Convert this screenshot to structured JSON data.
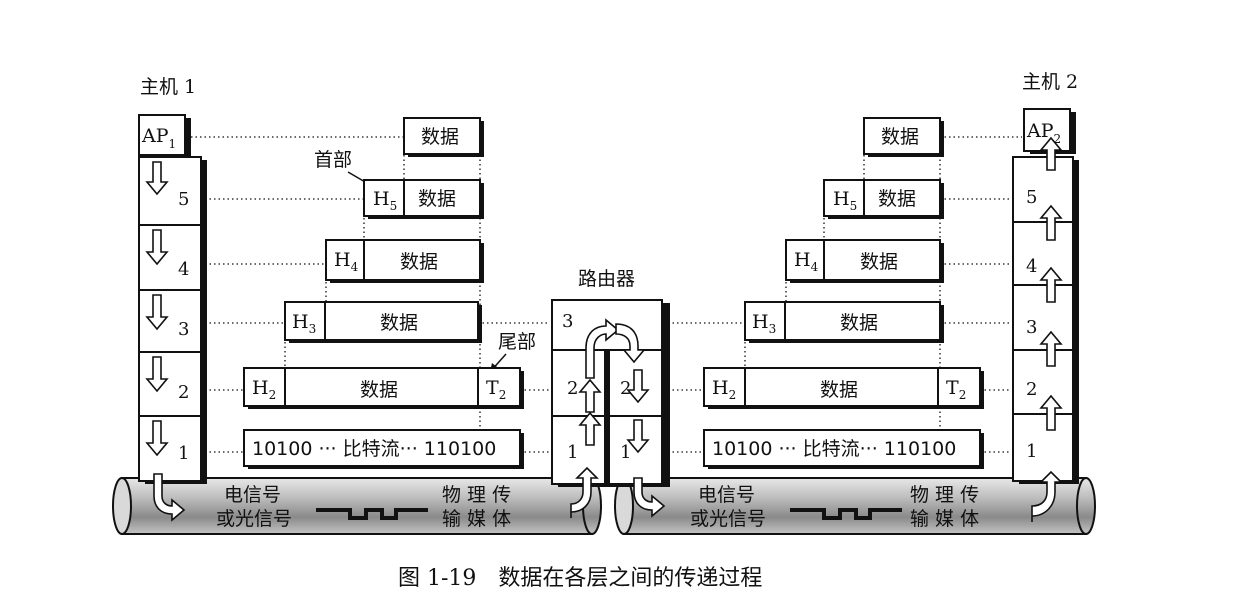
{
  "title": "图 1-19　数据在各层之间的传递过程",
  "host1_label": "主机 1",
  "host2_label": "主机 2",
  "router_label": "路由器",
  "ap1": "AP",
  "ap1_sub": "1",
  "ap2": "AP",
  "ap2_sub": "2",
  "data_word": "数据",
  "header_note": "首部",
  "trailer_note": "尾部",
  "bitstream": "10100 ··· 比特流··· 110100",
  "layers": [
    "5",
    "4",
    "3",
    "2",
    "1"
  ],
  "router_layers": [
    "3",
    "2",
    "1"
  ],
  "headers": {
    "h5": "H",
    "h5_sub": "5",
    "h4": "H",
    "h4_sub": "4",
    "h3": "H",
    "h3_sub": "3",
    "h2": "H",
    "h2_sub": "2",
    "t2": "T",
    "t2_sub": "2"
  },
  "medium_left_top": "电信号",
  "medium_left_bottom": "或光信号",
  "medium_right_top": "物 理 传",
  "medium_right_bottom": "输 媒 体"
}
